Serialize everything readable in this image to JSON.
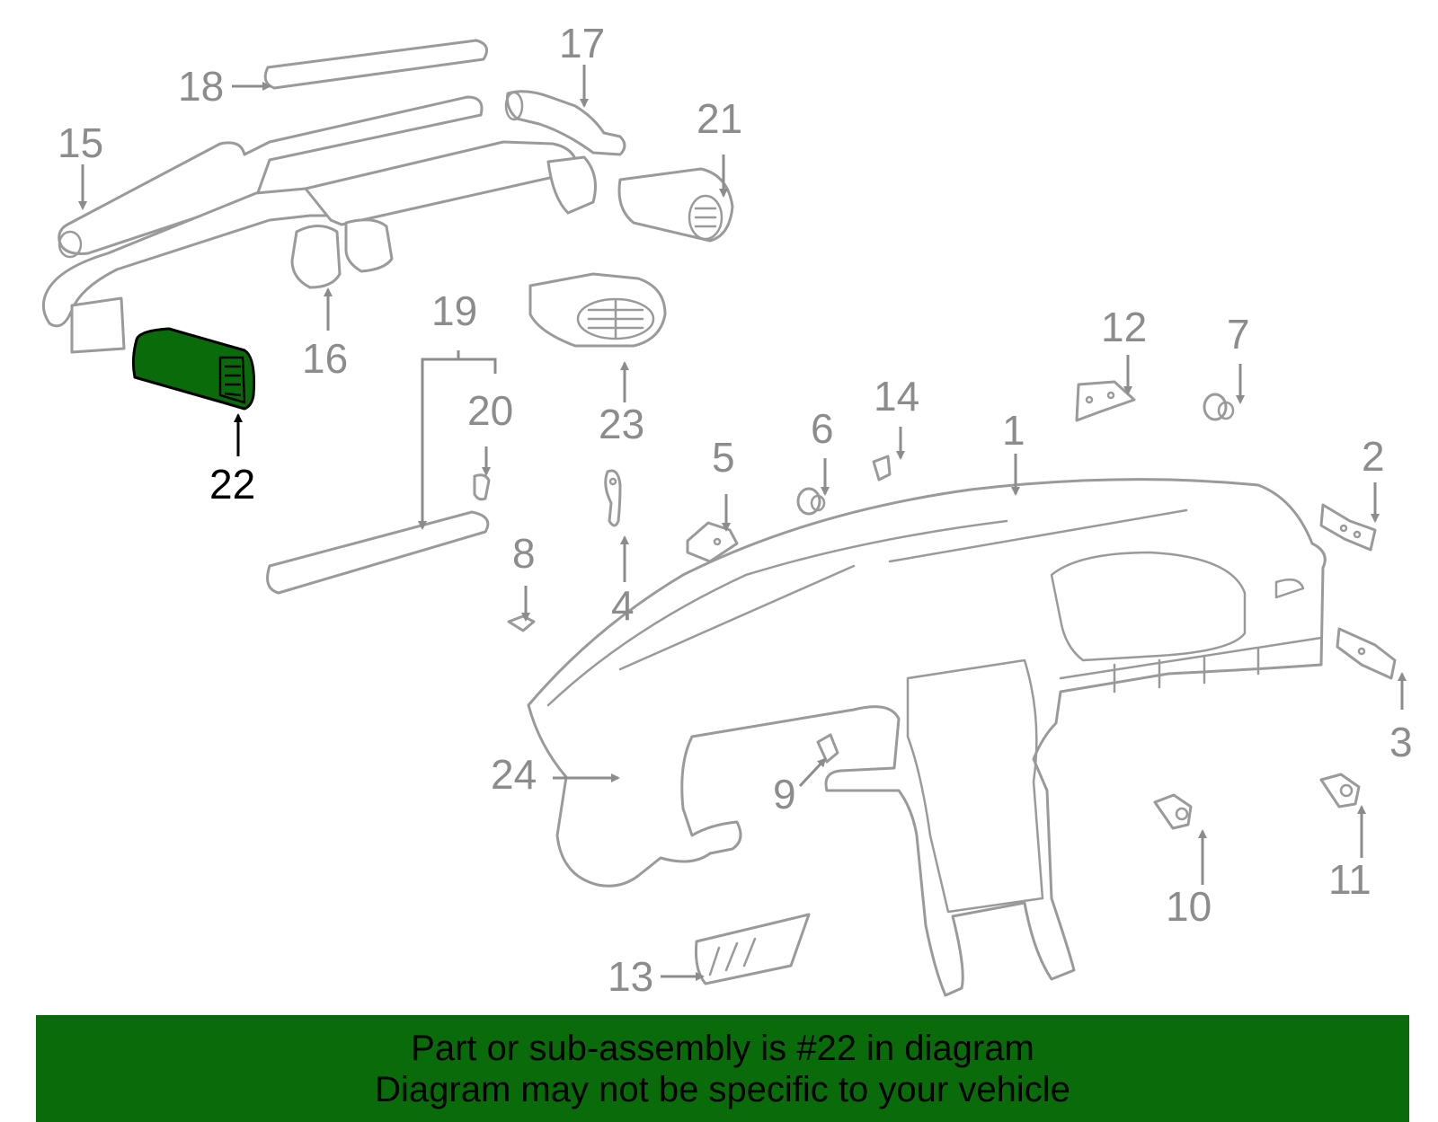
{
  "highlight": {
    "part_number": "22",
    "fill_color": "#0a6b0a",
    "outline_color": "#000000"
  },
  "callouts": {
    "c1": "1",
    "c2": "2",
    "c3": "3",
    "c4": "4",
    "c5": "5",
    "c6": "6",
    "c7": "7",
    "c8": "8",
    "c9": "9",
    "c10": "10",
    "c11": "11",
    "c12": "12",
    "c13": "13",
    "c14": "14",
    "c15": "15",
    "c16": "16",
    "c17": "17",
    "c18": "18",
    "c19": "19",
    "c20": "20",
    "c21": "21",
    "c22": "22",
    "c23": "23",
    "c24": "24"
  },
  "banner": {
    "line1": "Part or sub-assembly is #22 in diagram",
    "line2": "Diagram may not be specific to your vehicle",
    "background_color": "#0a6b0a"
  }
}
